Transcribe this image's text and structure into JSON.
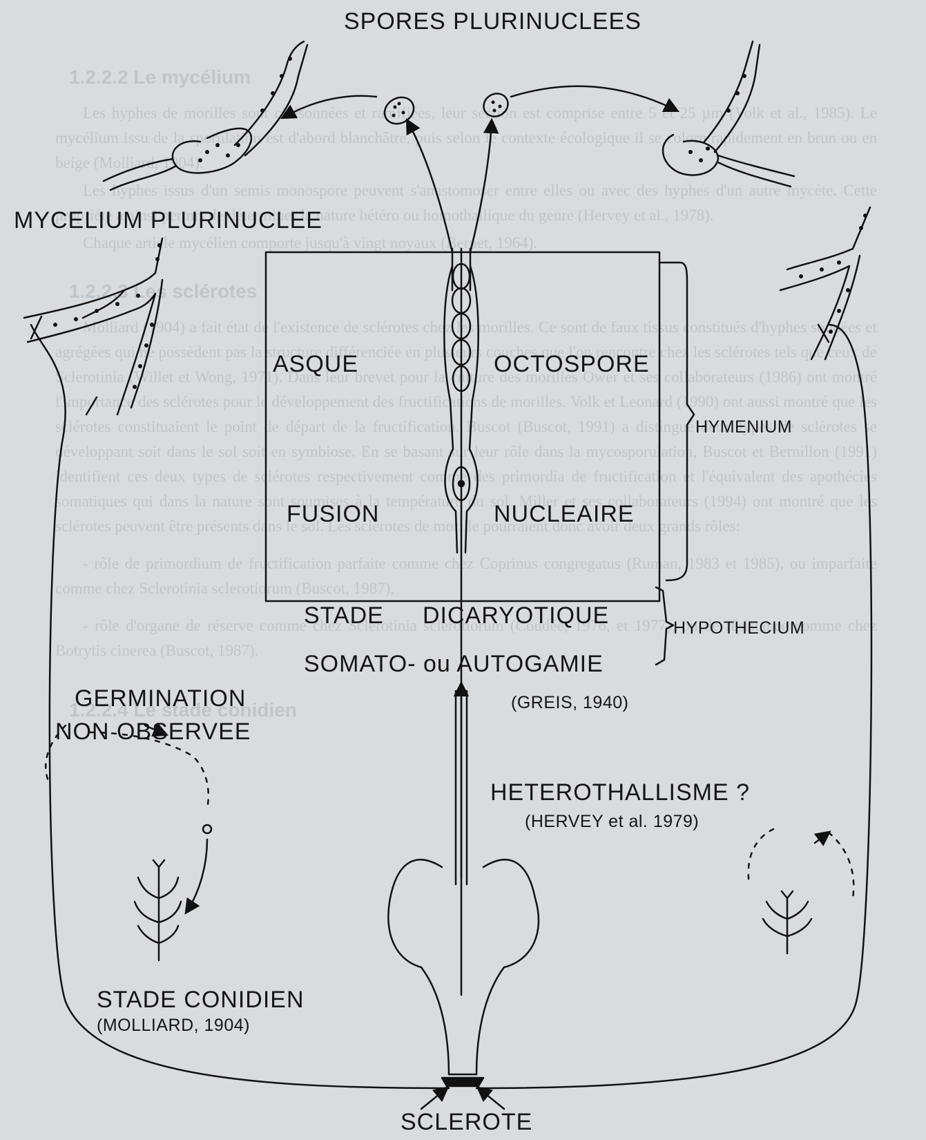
{
  "labels": {
    "spores": "SPORES PLURINUCLEES",
    "mycelium": "MYCELIUM PLURINUCLEE",
    "asque": "ASQUE",
    "octospore": "OCTOSPORE",
    "hymenium": "HYMENIUM",
    "fusion": "FUSION",
    "nucleaire": "NUCLEAIRE",
    "stade": "STADE",
    "dicaryotique": "DICARYOTIQUE",
    "hypothecium": "HYPOTHECIUM",
    "somato": "SOMATO- ou AUTOGAMIE",
    "greis": "(GREIS, 1940)",
    "germination1": "GERMINATION",
    "germination2": "NON OBSERVEE",
    "heterothallisme": "HETEROTHALLISME ?",
    "hervey": "(HERVEY et al. 1979)",
    "conidien": "STADE CONIDIEN",
    "molliard": "(MOLLIARD, 1904)",
    "sclerote": "SCLEROTE"
  },
  "background_text": {
    "heading1": "1.2.2.2 Le mycélium",
    "p1": "Les hyphes de morilles sont cloisonnées et ramifiées, leur section est comprise entre 5 et 25 µm (Volk et al., 1985). Le mycélium issu de la sporulation est d'abord blanchâtre, puis selon le contexte écologique il se colore rapidement en brun ou en beige (Molliard, 1904).",
    "p2": "Les hyphes issus d'un semis monospore peuvent s'anastomoser entre elles ou avec des hyphes d'un autre mycète. Cette propriété a ainsi permis de déterminer la nature hétéro ou homothallique du genre (Hervey et al., 1978).",
    "p3": "Chaque article mycélien comporte jusqu'à vingt noyaux (Bernet, 1964).",
    "heading2": "1.2.2.3 Les sclérotes",
    "p4": "Molliard (1904) a fait état de l'existence de sclérotes chez les morilles. Ce sont de faux tissus constitués d'hyphes soudées et agrégées qui ne possèdent pas la structure différenciée en plusieurs couches que l'on rencontre chez les sclérotes tels que ceux de Sclerotinia (Willet et Wong, 1971). Dans leur brevet pour la culture des morilles Ower et ses collaborateurs (1986) ont montré l'importance des sclérotes pour le développement des fructifications de morilles. Volk et Leonard (1990) ont aussi montré que les sclérotes constituaient le point de départ de la fructification. Buscot (Buscot, 1991) a distingué deux types de sclérotes se développant soit dans le sol soit en symbiose. En se basant sur leur rôle dans la mycosporulation, Buscot et Bernillon (1991) identifient ces deux types de sclérotes respectivement comme des primordia de fructification et l'équivalent des apothécies somatiques qui dans la nature sont soumises à la température du sol. Miller et ses collaborateurs (1994) ont montré que les sclérotes peuvent être présents dans le sol. Les sclérotes de morille pourraient donc avoir deux grands rôles:",
    "p5": "- rôle de primordium de fructification parfaite comme chez Coprinus congregatus (Ruman, 1983 et 1985), ou imparfaite comme chez Sclerotinia sclerotiorum (Buscot, 1987),",
    "p6": "- rôle d'organe de réserve comme chez Sclerotinia sclerotiorum (Coudée, 1976, et 1977), ou de résistance comme chez Botrytis cinerea (Buscot, 1987).",
    "heading3": "1.2.2.4 Le stade conidien"
  }
}
